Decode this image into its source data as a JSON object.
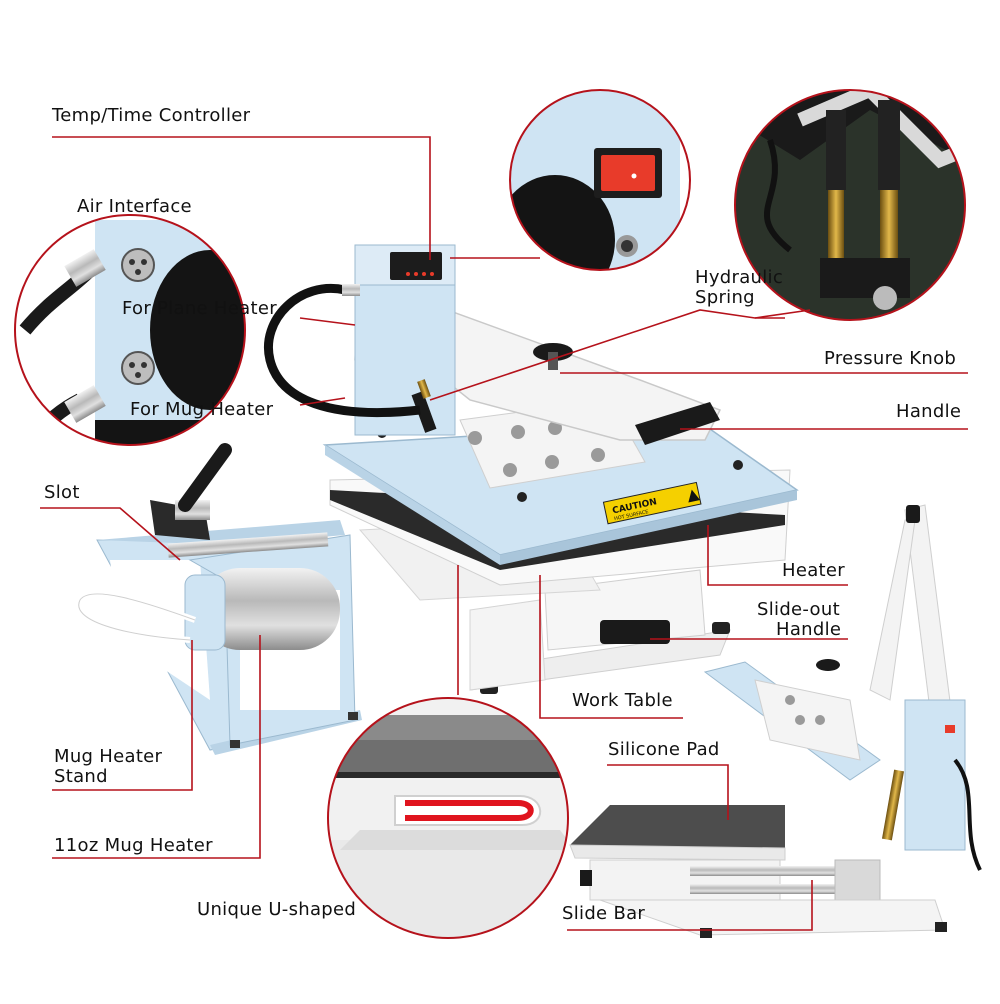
{
  "labels": {
    "temp_time_controller": "Temp/Time Controller",
    "air_interface": "Air Interface",
    "for_plane_heater": "For Plane Heater",
    "for_mug_heater": "For Mug Heater",
    "hydraulic_spring_1": "Hydraulic",
    "hydraulic_spring_2": "Spring",
    "pressure_knob": "Pressure Knob",
    "handle": "Handle",
    "slot": "Slot",
    "heater": "Heater",
    "slide_out_handle_1": "Slide-out",
    "slide_out_handle_2": "Handle",
    "work_table": "Work Table",
    "mug_heater_stand_1": "Mug Heater",
    "mug_heater_stand_2": "Stand",
    "silicone_pad": "Silicone Pad",
    "mug_heater_11oz": "11oz Mug Heater",
    "unique_u_shaped": "Unique U-shaped",
    "slide_bar": "Slide Bar"
  },
  "caution": {
    "title": "CAUTION",
    "subtitle": "HOT SURFACE"
  },
  "colors": {
    "callout_line": "#b5121b",
    "machine_blue": "#cfe4f3",
    "frame_white": "#f4f4f4",
    "dark": "#1a1a1a",
    "caution_yellow": "#f5d000",
    "switch_red": "#e83b2a",
    "u_shape_red": "#e0141e"
  },
  "icons": {
    "red_switch": "rocker-switch-icon",
    "air_connectors": "connector-icon",
    "caution_sticker": "warning-triangle-icon"
  }
}
